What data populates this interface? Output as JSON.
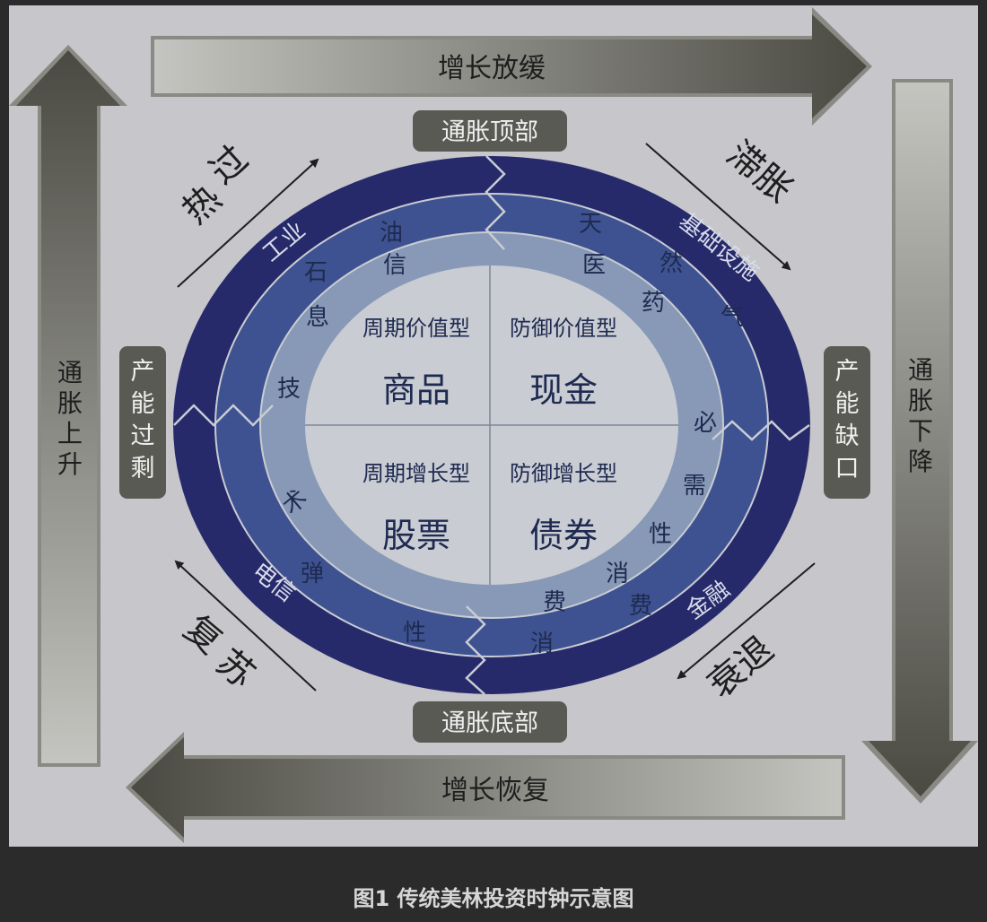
{
  "top_arrow": "增长放缓",
  "bottom_arrow": "增长恢复",
  "left_arrow": [
    "通",
    "胀",
    "上",
    "升"
  ],
  "right_arrow": [
    "通",
    "胀",
    "下",
    "降"
  ],
  "top_badge": "通胀顶部",
  "bottom_badge": "通胀底部",
  "left_badge": [
    "产",
    "能",
    "过",
    "剩"
  ],
  "right_badge": [
    "产",
    "能",
    "缺",
    "口"
  ],
  "phase_overheat": [
    "过",
    "热"
  ],
  "phase_stagflation": "滞胀",
  "phase_recovery": [
    "复",
    "苏"
  ],
  "phase_recession": "衰退",
  "sectors": {
    "industrial": "工业",
    "oil": [
      "石",
      "油"
    ],
    "natural_gas": [
      "天",
      "然",
      "气"
    ],
    "infrastructure": "基础设施",
    "tech": [
      "信",
      "息",
      "技",
      "术"
    ],
    "medicine": [
      "医",
      "药"
    ],
    "necessities": [
      "必",
      "需",
      "性",
      "消",
      "费"
    ],
    "telecom": "电信",
    "elastic_consumption": [
      "弹",
      "性",
      "消",
      "费"
    ],
    "finance": "金融"
  },
  "quadrants": {
    "q1": {
      "type": "周期价值型",
      "asset": "商品"
    },
    "q2": {
      "type": "防御价值型",
      "asset": "现金"
    },
    "q3": {
      "type": "周期增长型",
      "asset": "股票"
    },
    "q4": {
      "type": "防御增长型",
      "asset": "债券"
    }
  },
  "caption": "图1 传统美林投资时钟示意图",
  "colors": {
    "background": "#c6c6cb",
    "outer_ring": "#262a6a",
    "middle_ring": "#3e5291",
    "inner_ring": "#8799b6",
    "center": "#c9ccd2",
    "badge": "#5a5a55",
    "arrow_dark": "#4b4b43",
    "arrow_light": "#bdbdb7"
  }
}
